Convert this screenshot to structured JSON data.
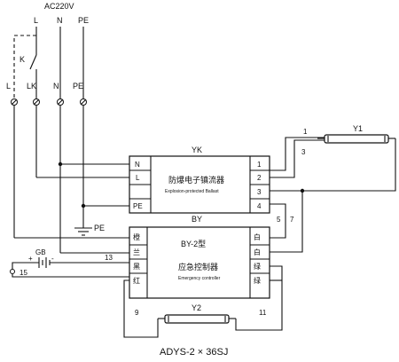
{
  "supply": {
    "voltage": "AC220V",
    "top_L": "L",
    "top_N": "N",
    "top_PE": "PE",
    "switch": "K"
  },
  "inputs": {
    "L": "L",
    "LK": "LK",
    "N": "N",
    "PE": "PE"
  },
  "ballast": {
    "tag": "YK",
    "name_cn": "防爆电子镇流器",
    "name_en": "Explosion-protected Ballast",
    "left_terms": [
      "N",
      "L",
      "PE"
    ],
    "right_terms": [
      "1",
      "2",
      "3",
      "4"
    ]
  },
  "controller": {
    "tag": "BY",
    "model": "BY-2型",
    "name_cn": "应急控制器",
    "name_en": "Emergency controller",
    "left_terms": [
      "橙",
      "兰",
      "黑",
      "红"
    ],
    "right_terms": [
      "白",
      "白",
      "绿",
      "绿"
    ]
  },
  "earth": "PE",
  "battery": {
    "label": "GB",
    "plus": "+",
    "minus": "-"
  },
  "lamps": {
    "y1": "Y1",
    "y2": "Y2"
  },
  "wire_numbers": {
    "w1": "1",
    "w3": "3",
    "w5": "5",
    "w7": "7",
    "w9": "9",
    "w11": "11",
    "w13": "13",
    "w15": "15"
  },
  "caption": "ADYS-2 × 36SJ"
}
